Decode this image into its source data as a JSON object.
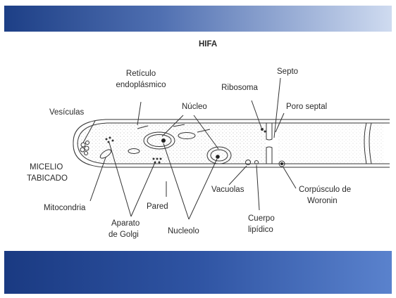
{
  "diagram": {
    "title": "HIFA",
    "labels": {
      "reticulo_1": "Retículo",
      "reticulo_2": "endoplásmico",
      "ribosoma": "Ribosoma",
      "septo": "Septo",
      "vesiculas": "Vesículas",
      "nucleo": "Núcleo",
      "poro_septal": "Poro septal",
      "micelio_1": "MICELIO",
      "micelio_2": "TABICADO",
      "vacuolas": "Vacuolas",
      "corpusculo_1": "Corpúsculo de",
      "corpusculo_2": "Woronin",
      "mitocondria": "Mitocondria",
      "pared": "Pared",
      "aparato_1": "Aparato",
      "aparato_2": "de Golgi",
      "nucleolo": "Nucleolo",
      "cuerpo_1": "Cuerpo",
      "cuerpo_2": "lipídico"
    }
  },
  "colors": {
    "top_band_start": "#1d3f86",
    "bottom_band": "#2f54a3"
  }
}
